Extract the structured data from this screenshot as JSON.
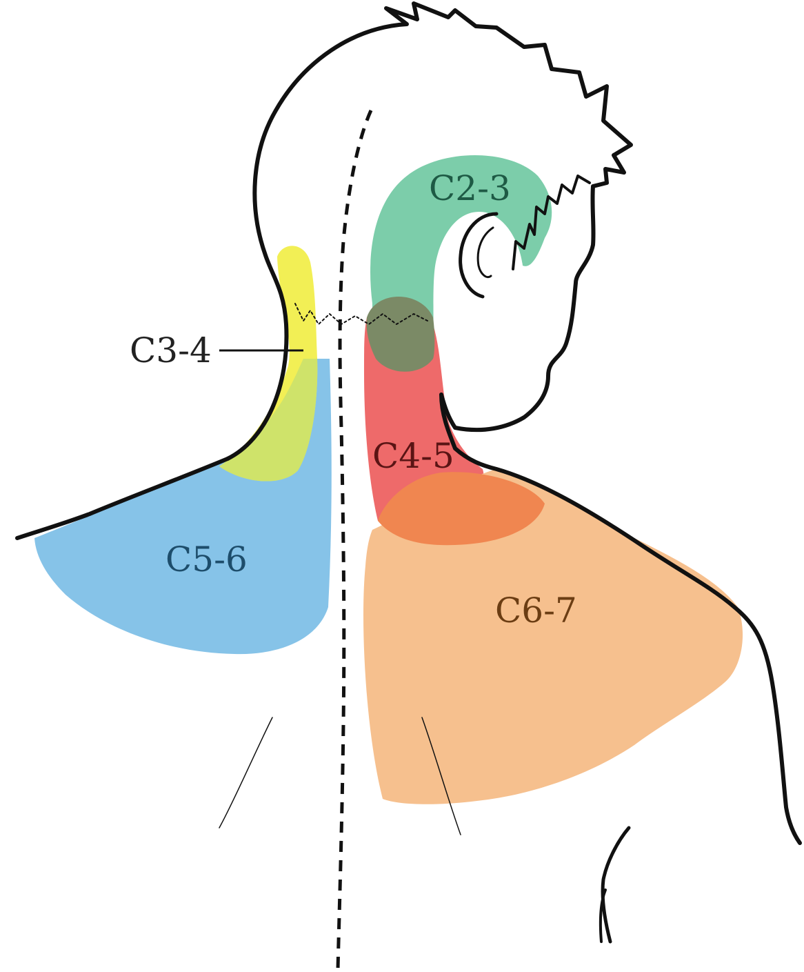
{
  "diagram": {
    "regions": [
      {
        "id": "c2-3",
        "label": "C2-3",
        "color": "#7ccdaa",
        "label_color": "#1e5a45"
      },
      {
        "id": "c3-4",
        "label": "C3-4",
        "color": "#f2ef55",
        "label_color": "#222222"
      },
      {
        "id": "c4-5",
        "label": "C4-5",
        "color": "#ee6a6a",
        "label_color": "#5a1414"
      },
      {
        "id": "c5-6",
        "label": "C5-6",
        "color": "#86c3e8",
        "label_color": "#1d4d6b"
      },
      {
        "id": "c6-7",
        "label": "C6-7",
        "color": "#f6c08e",
        "label_color": "#6b3d13"
      }
    ],
    "overlap_colors": {
      "c2-3_c4-5": "#7b8a66",
      "c4-5_c6-7": "#f08650",
      "c3-4_c5-6": "#cfe36a"
    },
    "outline_color": "#111111",
    "midline_style": "dashed"
  }
}
